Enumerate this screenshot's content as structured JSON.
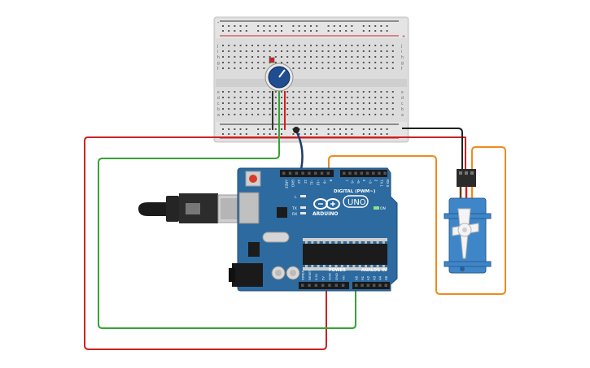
{
  "board": {
    "brand": "ARDUINO",
    "model": "UNO",
    "digital_label": "DIGITAL (PWM~)",
    "power_label": "POWER",
    "analog_label": "ANALOG IN",
    "on_label": "ON",
    "led_l": "L",
    "led_tx": "TX",
    "led_rx": "RX",
    "top_pins": [
      "AREF",
      "GND",
      "13",
      "12",
      "~11",
      "~10",
      "~9",
      "8",
      "7",
      "~6",
      "~5",
      "4",
      "~3",
      "2",
      "TX 1",
      "RX 0"
    ],
    "power_pins": [
      "IOREF",
      "RESET",
      "3.3V",
      "5V",
      "GND",
      "GND",
      "Vin"
    ],
    "analog_pins": [
      "A0",
      "A1",
      "A2",
      "A3",
      "A4",
      "A5"
    ]
  },
  "breadboard": {
    "row_letters_top": [
      "j",
      "i",
      "h",
      "g",
      "f"
    ],
    "row_letters_bottom": [
      "e",
      "d",
      "c",
      "b",
      "a"
    ],
    "rail_minus": "-",
    "rail_plus": "+"
  },
  "colors": {
    "wire_red": "#cc2222",
    "wire_green": "#33a533",
    "wire_orange": "#f08a1e",
    "wire_black": "#222222",
    "wire_navy": "#1f3a6b",
    "pcb": "#2c6aa0",
    "servo_body": "#3f86c9"
  }
}
